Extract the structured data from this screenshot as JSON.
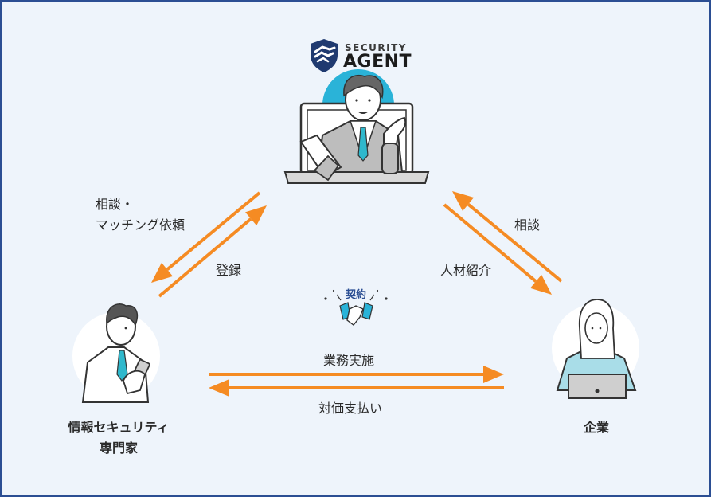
{
  "logo": {
    "line1": "SECURITY",
    "line2": "AGENT",
    "icon": "shield-handshake-icon",
    "brand_color": "#1f3a70"
  },
  "nodes": {
    "agent": {
      "icon": "agent-on-laptop-illustration"
    },
    "expert": {
      "label_line1": "情報セキュリティ",
      "label_line2": "専門家",
      "icon": "expert-with-phone-illustration"
    },
    "company": {
      "label": "企業",
      "icon": "woman-with-laptop-illustration"
    }
  },
  "flows": {
    "expert_to_agent_request": {
      "line1": "相談・",
      "line2": "マッチング依頼"
    },
    "expert_registration": "登録",
    "company_consult": "相談",
    "agent_introduce": "人材紹介",
    "contract": "契約",
    "work_execution": "業務実施",
    "payment": "対価支払い"
  },
  "colors": {
    "arrow": "#f58b23",
    "border": "#2b4e93",
    "background": "#eef4fb",
    "accent_blue": "#2ab3d8",
    "contract_text": "#2b4e93"
  }
}
